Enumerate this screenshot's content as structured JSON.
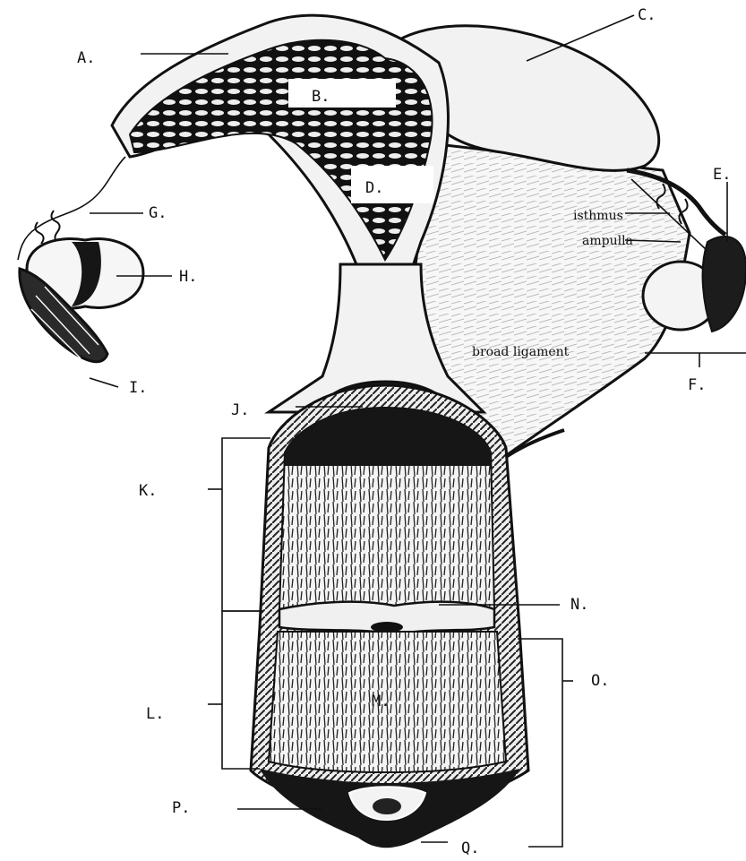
{
  "labels": {
    "A": "A.",
    "B": "B.",
    "C": "C.",
    "D": "D.",
    "E": "E.",
    "F": "F.",
    "G": "G.",
    "H": "H.",
    "I": "I.",
    "J": "J.",
    "K": "K.",
    "L": "L.",
    "M": "M.",
    "N": "N.",
    "O": "O.",
    "P": "P.",
    "Q": "Q."
  },
  "annotations": {
    "isthmus": "isthmus",
    "ampulla": "ampulla",
    "broad_ligament": "broad ligament"
  }
}
